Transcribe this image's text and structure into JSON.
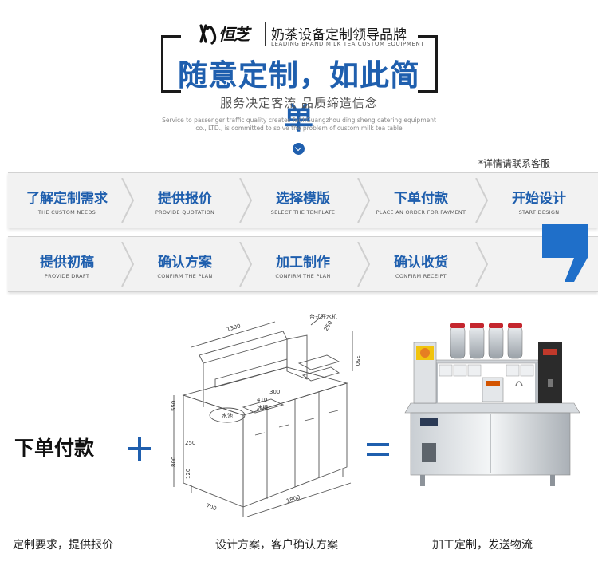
{
  "header": {
    "logo_mark": "恒芝",
    "brand_cn": "奶茶设备定制领导品牌",
    "brand_en": "LEADING BRAND MILK TEA CUSTOM EQUIPMENT",
    "headline": "随意定制，如此简单",
    "subline": "服务决定客流 品质缔造信念",
    "desc_line1": "Service to passenger traffic quality creates faithGuangzhou ding sheng catering equipment",
    "desc_line2": "co., LTD., is committed to solve the problem of custom milk tea table"
  },
  "note": "*详情请联系客服",
  "steps_row1": [
    {
      "cn": "了解定制需求",
      "en": "THE CUSTOM NEEDS"
    },
    {
      "cn": "提供报价",
      "en": "PROVIDE QUOTATION"
    },
    {
      "cn": "选择模版",
      "en": "SELECT THE TEMPLATE"
    },
    {
      "cn": "下单付款",
      "en": "PLACE AN ORDER FOR PAYMENT"
    },
    {
      "cn": "开始设计",
      "en": "START DESIGN"
    }
  ],
  "steps_row2": [
    {
      "cn": "提供初稿",
      "en": "PROVIDE DRAFT"
    },
    {
      "cn": "确认方案",
      "en": "CONFIRM THE PLAN"
    },
    {
      "cn": "加工制作",
      "en": "CONFIRM THE PLAN"
    },
    {
      "cn": "确认收货",
      "en": "CONFIRM RECEIPT"
    }
  ],
  "bottom": {
    "step_label": "下单付款",
    "caption1": "定制要求，提供报价",
    "caption2": "设计方案，客户确认方案",
    "caption3": "加工定制，发送物流"
  },
  "sketch": {
    "dim_top": "1300",
    "dim_right_top": "250",
    "dim_right_mid": "350",
    "dim_left_h": "550",
    "dim_left_low": "800",
    "dim_small": "120",
    "dim_depth": "250",
    "dim_410": "410",
    "dim_300": "300",
    "dim_bottom": "1800",
    "dim_700": "700",
    "label_top": "台式开水机",
    "label_sink": "水池",
    "label_ice": "冰槽"
  },
  "colors": {
    "accent": "#1f5fae",
    "row_bg": "#f2f2f2"
  }
}
